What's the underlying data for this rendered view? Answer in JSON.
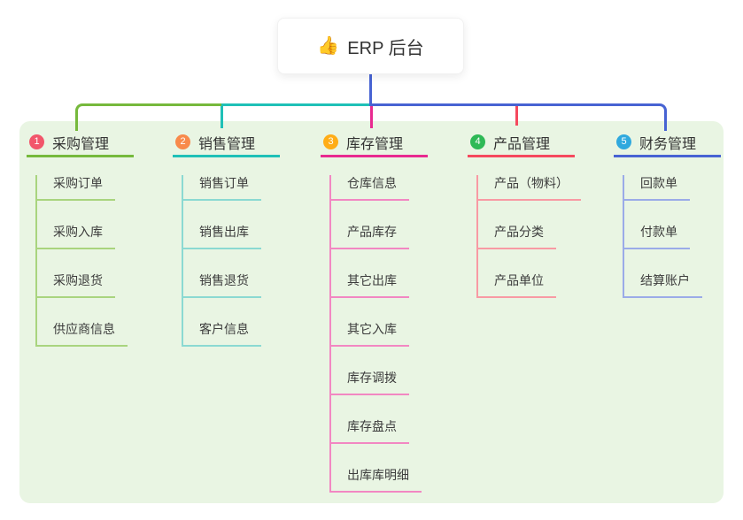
{
  "root": {
    "label": "ERP 后台",
    "emoji": "👍",
    "icon": "thumbs-up-icon"
  },
  "canvas": {
    "background": "#FFFFFF",
    "panel_color": "#E9F5E3",
    "root_connector_color": "#4763D3"
  },
  "branches": [
    {
      "index": "1",
      "label": "采购管理",
      "badge_color": "#F2566B",
      "line_color": "#76B93C",
      "child_line_color": "#A9D47E",
      "children": [
        "采购订单",
        "采购入库",
        "采购退货",
        "供应商信息"
      ]
    },
    {
      "index": "2",
      "label": "销售管理",
      "badge_color": "#F88A4B",
      "line_color": "#1FC0B7",
      "child_line_color": "#8BD9D2",
      "children": [
        "销售订单",
        "销售出库",
        "销售退货",
        "客户信息"
      ]
    },
    {
      "index": "3",
      "label": "库存管理",
      "badge_color": "#FFAD17",
      "line_color": "#E82A90",
      "child_line_color": "#F287C2",
      "children": [
        "仓库信息",
        "产品库存",
        "其它出库",
        "其它入库",
        "库存调拨",
        "库存盘点",
        "出库库明细"
      ]
    },
    {
      "index": "4",
      "label": "产品管理",
      "badge_color": "#2EB956",
      "line_color": "#F5495E",
      "child_line_color": "#F89AA4",
      "children": [
        "产品（物料）",
        "产品分类",
        "产品单位"
      ]
    },
    {
      "index": "5",
      "label": "财务管理",
      "badge_color": "#30A9DE",
      "line_color": "#4763D3",
      "child_line_color": "#9BABE8",
      "children": [
        "回款单",
        "付款单",
        "结算账户"
      ]
    }
  ]
}
